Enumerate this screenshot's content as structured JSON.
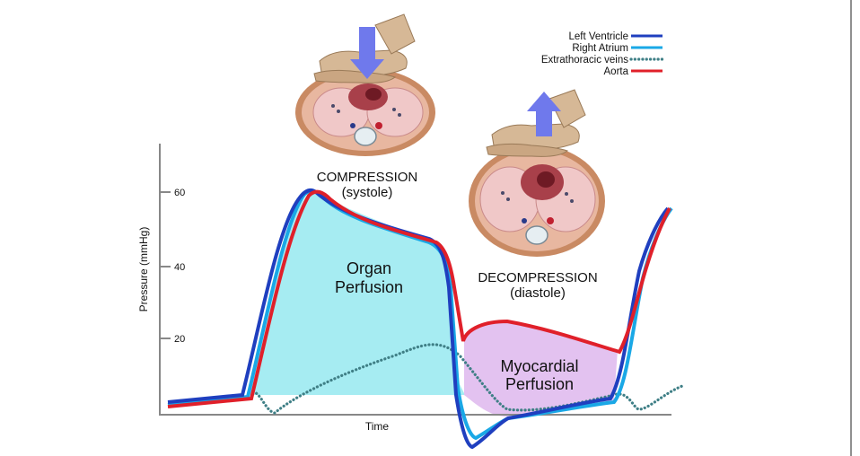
{
  "legend": [
    {
      "label": "Left Ventricle",
      "color": "#1f3fbf",
      "style": "solid"
    },
    {
      "label": "Right Atrium",
      "color": "#1aa8e6",
      "style": "solid"
    },
    {
      "label": "Extrathoracic veins",
      "color": "#3f7f86",
      "style": "dotted"
    },
    {
      "label": "Aorta",
      "color": "#e0202a",
      "style": "solid"
    }
  ],
  "axes": {
    "y_label": "Pressure (mmHg)",
    "x_label": "Time",
    "y_ticks": [
      "60",
      "40",
      "20"
    ]
  },
  "phases": {
    "compression": {
      "title": "COMPRESSION",
      "subtitle": "(systole)",
      "arrow": "down-arrow"
    },
    "decompression": {
      "title": "DECOMPRESSION",
      "subtitle": "(diastole)",
      "arrow": "up-arrow"
    }
  },
  "regions": {
    "organ": {
      "line1": "Organ",
      "line2": "Perfusion",
      "color": "#a6ecf2"
    },
    "myocardial": {
      "line1": "Myocardial",
      "line2": "Perfusion",
      "color": "#e3c2f0"
    }
  }
}
